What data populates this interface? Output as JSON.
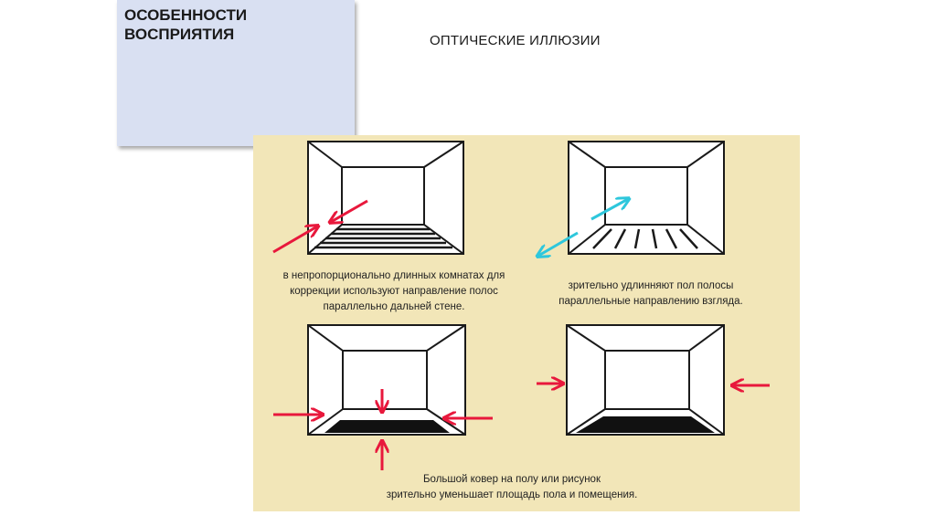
{
  "slide": {
    "title": "ОСОБЕННОСТИ\nВОСПРИЯТИЯ",
    "subtitle": "ОПТИЧЕСКИЕ ИЛЛЮЗИИ"
  },
  "figure": {
    "panels": [
      {
        "id": "tl",
        "caption": "в непропорционально длинных комнатах для\nкоррекции используют направление полос\nпараллельно дальней стене."
      },
      {
        "id": "tr",
        "caption": "зрительно удлинняют пол полосы\nпараллельные направлению взгляда."
      },
      {
        "id": "bottom",
        "caption": "Большой ковер на полу или рисунок\nзрительно уменьшает площадь пола и помещения."
      }
    ],
    "colors": {
      "background": "#f2e6b8",
      "arrow_red": "#e8183c",
      "arrow_cyan": "#2ec7dc",
      "line": "#1a1a1a"
    }
  }
}
